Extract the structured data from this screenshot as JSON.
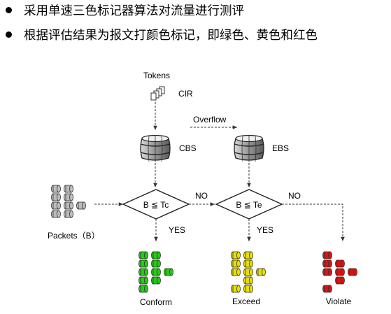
{
  "bullets": [
    "采用单速三色标记器算法对流量进行测评",
    "根据评估结果为报文打颜色标记，即绿色、黄色和红色"
  ],
  "diagram": {
    "tokens_label": "Tokens",
    "cir_label": "CIR",
    "cbs_label": "CBS",
    "overflow_label": "Overflow",
    "ebs_label": "EBS",
    "packets_label": "Packets（B）",
    "cond1_label": "B ≦ Tc",
    "cond2_label": "B ≦ Te",
    "no1_label": "NO",
    "no2_label": "NO",
    "yes1_label": "YES",
    "yes2_label": "YES",
    "conform_label": "Conform",
    "exceed_label": "Exceed",
    "violate_label": "Violate"
  },
  "colors": {
    "green": "#22cc11",
    "yellow": "#e8e000",
    "red": "#dd1111",
    "gray": "#bdbdbd",
    "line": "#333333"
  },
  "icons": {
    "tokens": "tokens-stack-icon",
    "bucket": "barrel-bucket-icon",
    "packet": "packet-cylinder-icon"
  }
}
